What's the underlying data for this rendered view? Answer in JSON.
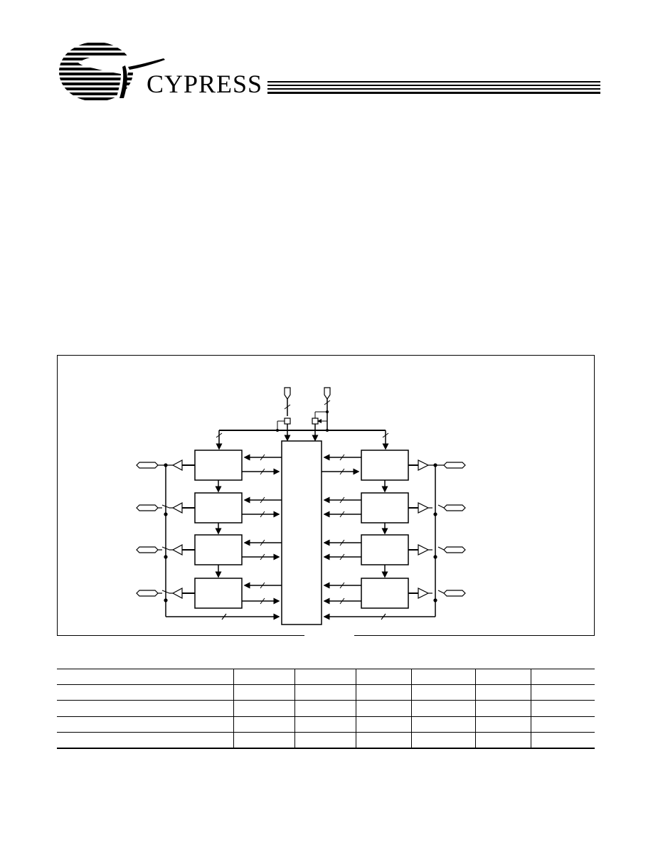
{
  "header": {
    "brand_name": "CYPRESS"
  },
  "table": {
    "columns": 7,
    "rows": 5
  }
}
